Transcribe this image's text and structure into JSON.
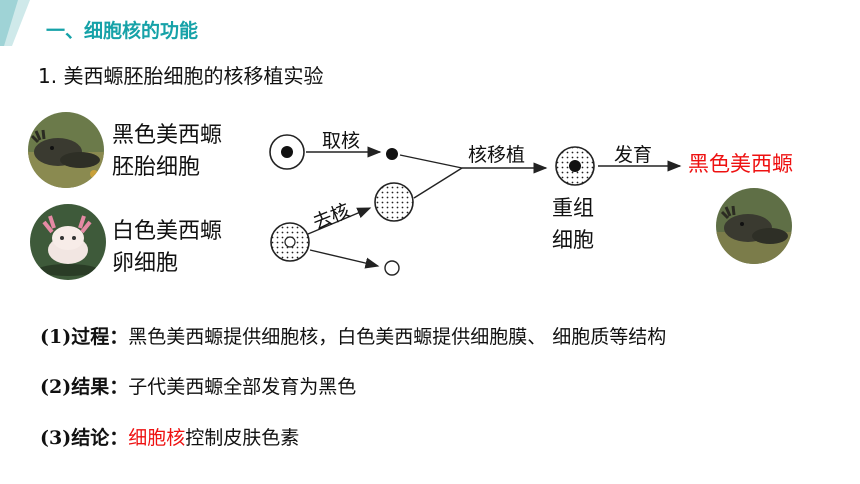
{
  "section": {
    "title": "一、细胞核的功能",
    "subtitle": "1. 美西螈胚胎细胞的核移植实验"
  },
  "diagram": {
    "black_label_line1": "黑色美西螈",
    "black_label_line2": "胚胎细胞",
    "white_label_line1": "白色美西螈",
    "white_label_line2": "卵细胞",
    "take_nucleus": "取核",
    "remove_nucleus": "去核",
    "transplant": "核移植",
    "develop": "发育",
    "recombined_line1": "重组",
    "recombined_line2": "细胞",
    "result_label": "黑色美西螈"
  },
  "points": {
    "p1_prefix": "(1)过程：",
    "p1_text": "黑色美西螈提供细胞核，白色美西螈提供细胞膜、 细胞质等结构",
    "p2_prefix": "(2)结果：",
    "p2_text": "子代美西螈全部发育为黑色",
    "p3_prefix": "(3)结论：",
    "p3_highlight": "细胞核",
    "p3_text": "控制皮肤色素"
  },
  "colors": {
    "accent": "#16a2a8",
    "highlight": "#ee1111"
  }
}
